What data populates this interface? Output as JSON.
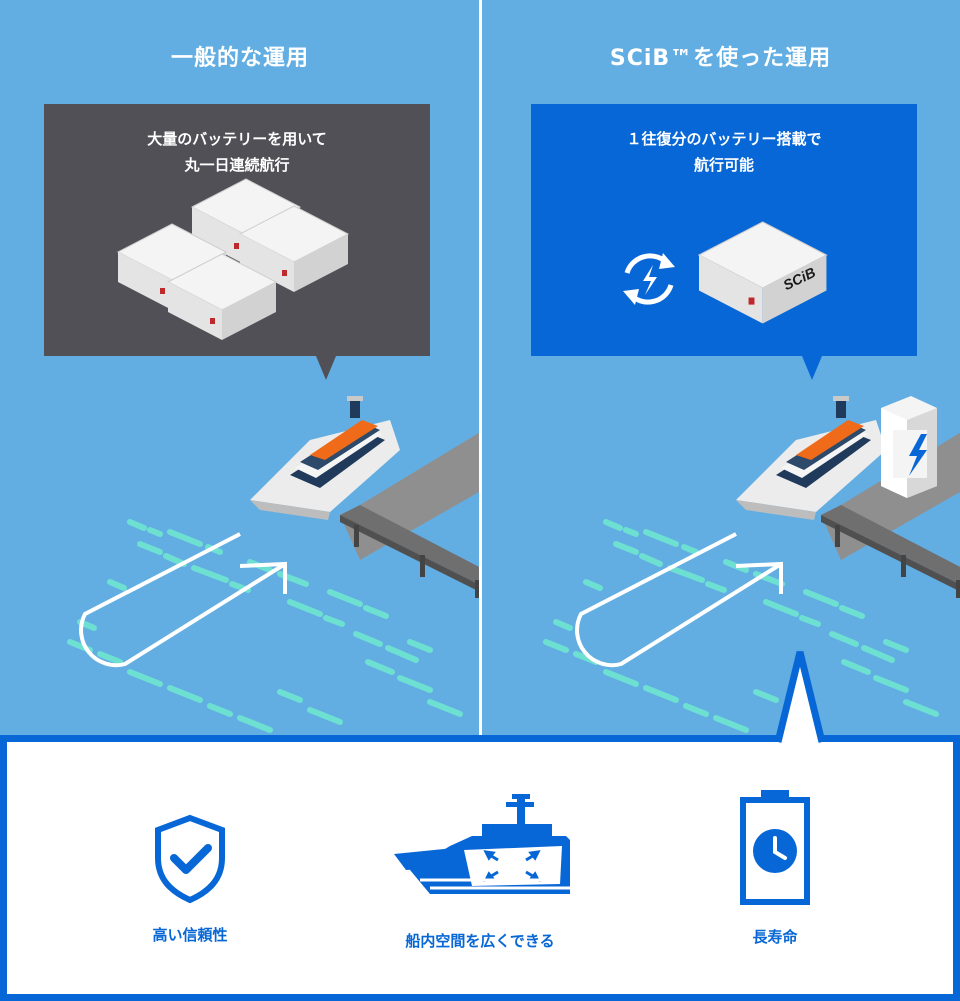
{
  "left": {
    "title": "一般的な運用",
    "bubble_lines": [
      "大量のバッテリーを用いて",
      "丸一日連続航行"
    ]
  },
  "right": {
    "title": "SCiB™を使った運用",
    "bubble_lines": [
      "１往復分のバッテリー搭載で",
      "航行可能"
    ],
    "battery_logo": "SCiB"
  },
  "features": [
    {
      "icon": "shield-check-icon",
      "label": "高い信頼性"
    },
    {
      "icon": "ship-space-icon",
      "label": "船内空間を広くできる"
    },
    {
      "icon": "battery-clock-icon",
      "label": "長寿命"
    }
  ],
  "colors": {
    "water": "#62aee3",
    "accent_blue": "#0867d6",
    "dark_bubble": "#505056",
    "wake": "#6fe3d2"
  }
}
